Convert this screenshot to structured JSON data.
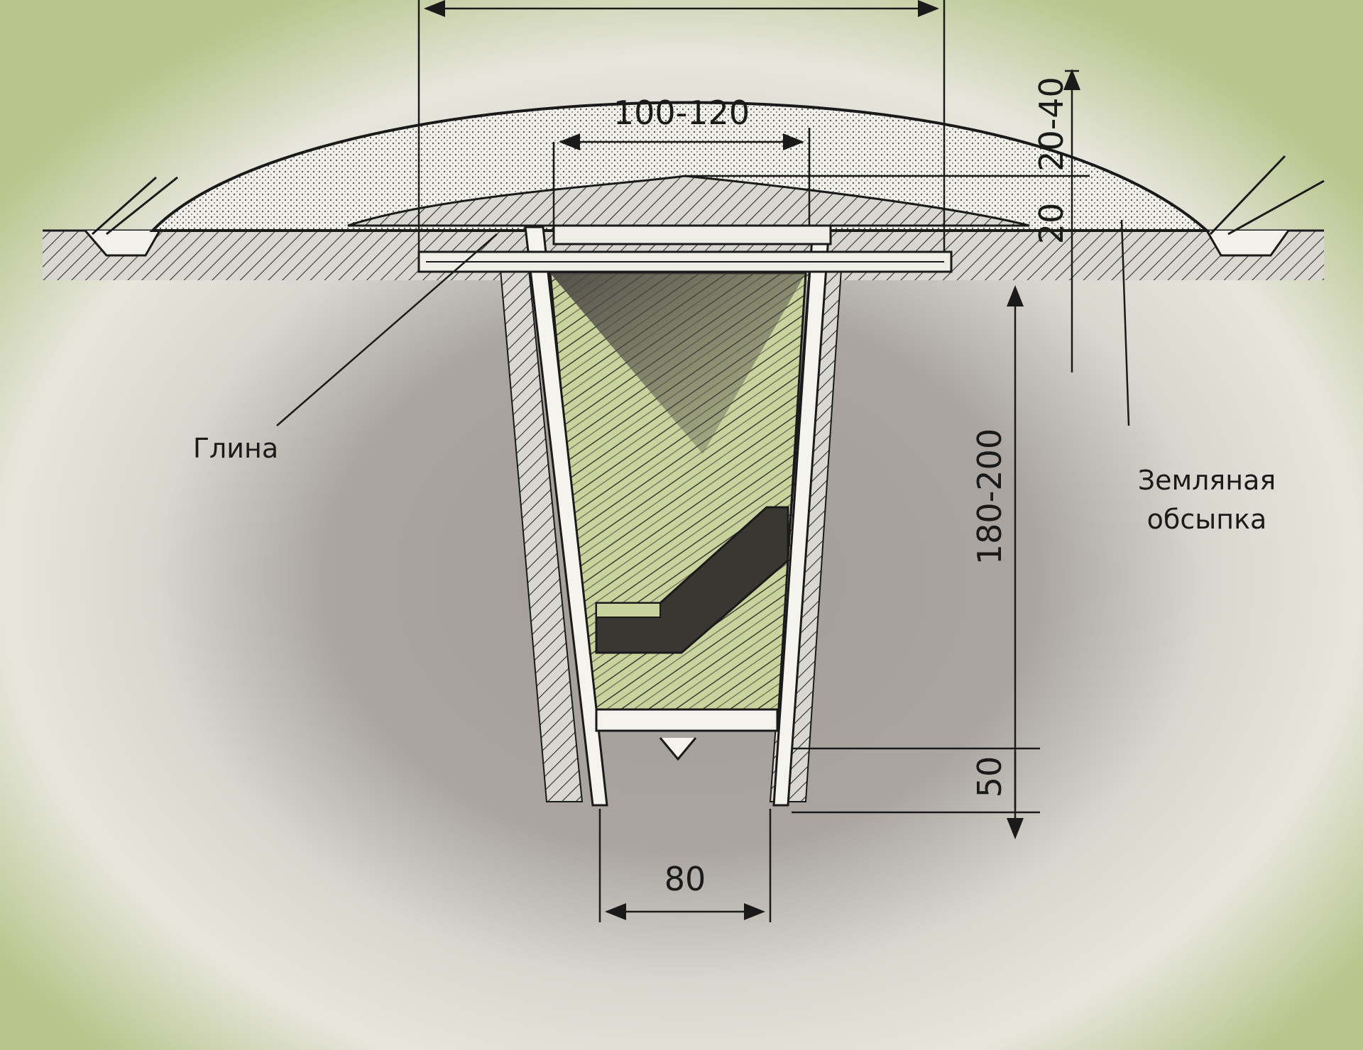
{
  "labels": {
    "clay": "Глина",
    "earth_fill_line1": "Земляная",
    "earth_fill_line2": "обсыпка"
  },
  "dimensions": {
    "top_width": "100-120",
    "cover_thickness_a": "20",
    "cover_thickness_b": "20-40",
    "depth": "180-200",
    "bottom_depth": "50",
    "bottom_width": "80"
  },
  "colors": {
    "background": "#b8c58c",
    "vignette": "#ecebe3",
    "earth_gray": "#a09a96",
    "line": "#1a1a1a",
    "wood_green": "#cdd7a6"
  }
}
